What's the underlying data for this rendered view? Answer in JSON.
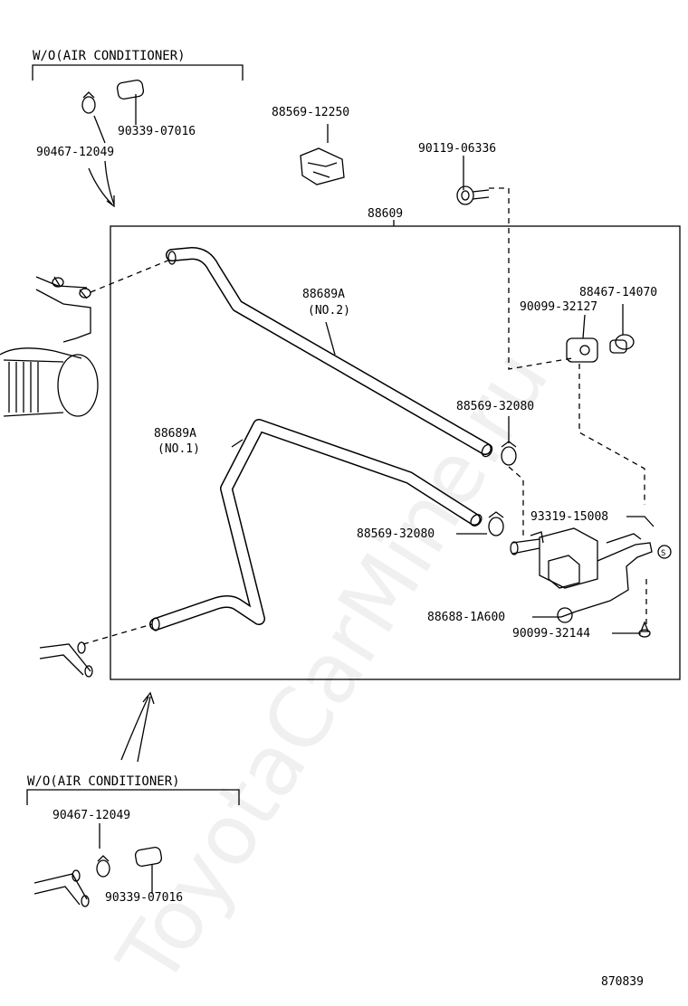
{
  "headers": {
    "top": "W/O(AIR CONDITIONER)",
    "bottom": "W/O(AIR CONDITIONER)"
  },
  "labels": {
    "top_clamp_upper": "90339-07016",
    "top_clamp_lower": "90467-12049",
    "holder": "88569-12250",
    "bolt": "90119-06336",
    "assembly": "88609",
    "hose_no2_num": "88689A",
    "hose_no2_sub": "(NO.2)",
    "hose_no1_num": "88689A",
    "hose_no1_sub": "(NO.1)",
    "grommet": "90099-32127",
    "collar": "88467-14070",
    "clamp_upper": "88569-32080",
    "clamp_lower": "88569-32080",
    "bracket_screw": "93319-15008",
    "valve": "88688-1A600",
    "grommet_lower": "90099-32144",
    "bottom_clamp_upper": "90467-12049",
    "bottom_clamp_lower": "90339-07016",
    "diagram_id": "870839"
  },
  "watermark": "ToyotaCarMine.ru"
}
